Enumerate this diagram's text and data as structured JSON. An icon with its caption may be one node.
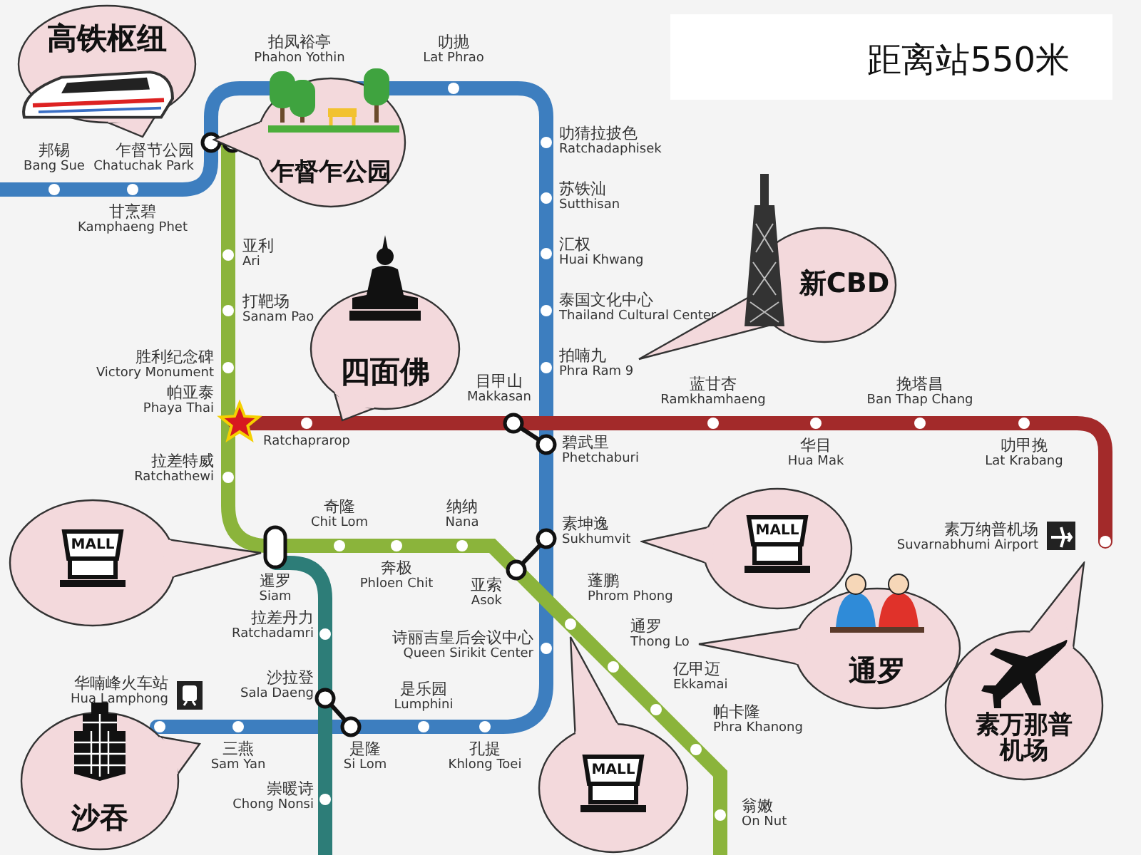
{
  "diagram": {
    "title": "距离站550米",
    "nodes": [
      {
        "text": [
          "高铁枢纽"
        ]
      },
      {
        "text": [
          "乍督乍公园"
        ]
      },
      {
        "text": [
          "新CBD"
        ]
      },
      {
        "text": [
          "四面佛"
        ]
      },
      {
        "text": [
          "MALL"
        ]
      },
      {
        "text": [
          "MALL"
        ]
      },
      {
        "text": [
          "通罗"
        ]
      },
      {
        "text": [
          "素万那普机场"
        ]
      },
      {
        "text": [
          "沙吞"
        ]
      },
      {
        "text": [
          "MALL"
        ]
      }
    ],
    "labels": [
      "拍凤裕亭",
      "Phahon Yothin",
      "叻抛",
      "Lat Phrao",
      "乍督节公园",
      "Chatuchak Park",
      "邦锡",
      "Bang Sue",
      "甘烹碧",
      "Kamphaeng Phet",
      "叻猜拉披色",
      "Ratchadaphisek",
      "苏铁汕",
      "Sutthisan",
      "汇权",
      "Huai Khwang",
      "泰国文化中心",
      "Thailand Cultural Center",
      "拍喃九",
      "Phra Ram 9",
      "亚利",
      "Ari",
      "打靶场",
      "Sanam Pao",
      "胜利纪念碑",
      "Victory Monument",
      "帕亚泰",
      "Phaya Thai",
      "Ratchaprarop",
      "拉差特威",
      "Ratchathewi",
      "目甲山",
      "Makkasan",
      "碧武里",
      "Phetchaburi",
      "蓝甘杏",
      "Ramkhamhaeng",
      "华目",
      "Hua Mak",
      "挽塔昌",
      "Ban Thap Chang",
      "叻甲挽",
      "Lat Krabang",
      "素万纳普机场",
      "Suvarnabhumi Airport",
      "奇隆",
      "Chit Lom",
      "纳纳",
      "Nana",
      "素坤逸",
      "Sukhumvit",
      "暹罗",
      "Siam",
      "奔极",
      "Phloen Chit",
      "亚索",
      "Asok",
      "蓬鹏",
      "Phrom Phong",
      "通罗",
      "Thong Lo",
      "亿甲迈",
      "Ekkamai",
      "帕卡隆",
      "Phra Khanong",
      "翁嫩",
      "On Nut",
      "拉差丹力",
      "Ratchadamri",
      "诗丽吉皇后会议中心",
      "Queen Sirikit Center",
      "华喃峰火车站",
      "Hua Lamphong",
      "沙拉登",
      "Sala Daeng",
      "是乐园",
      "Lumphini",
      "三燕",
      "Sam Yan",
      "是隆",
      "Si Lom",
      "孔提",
      "Khlong Toei",
      "崇暖诗",
      "Chong Nonsi"
    ]
  }
}
